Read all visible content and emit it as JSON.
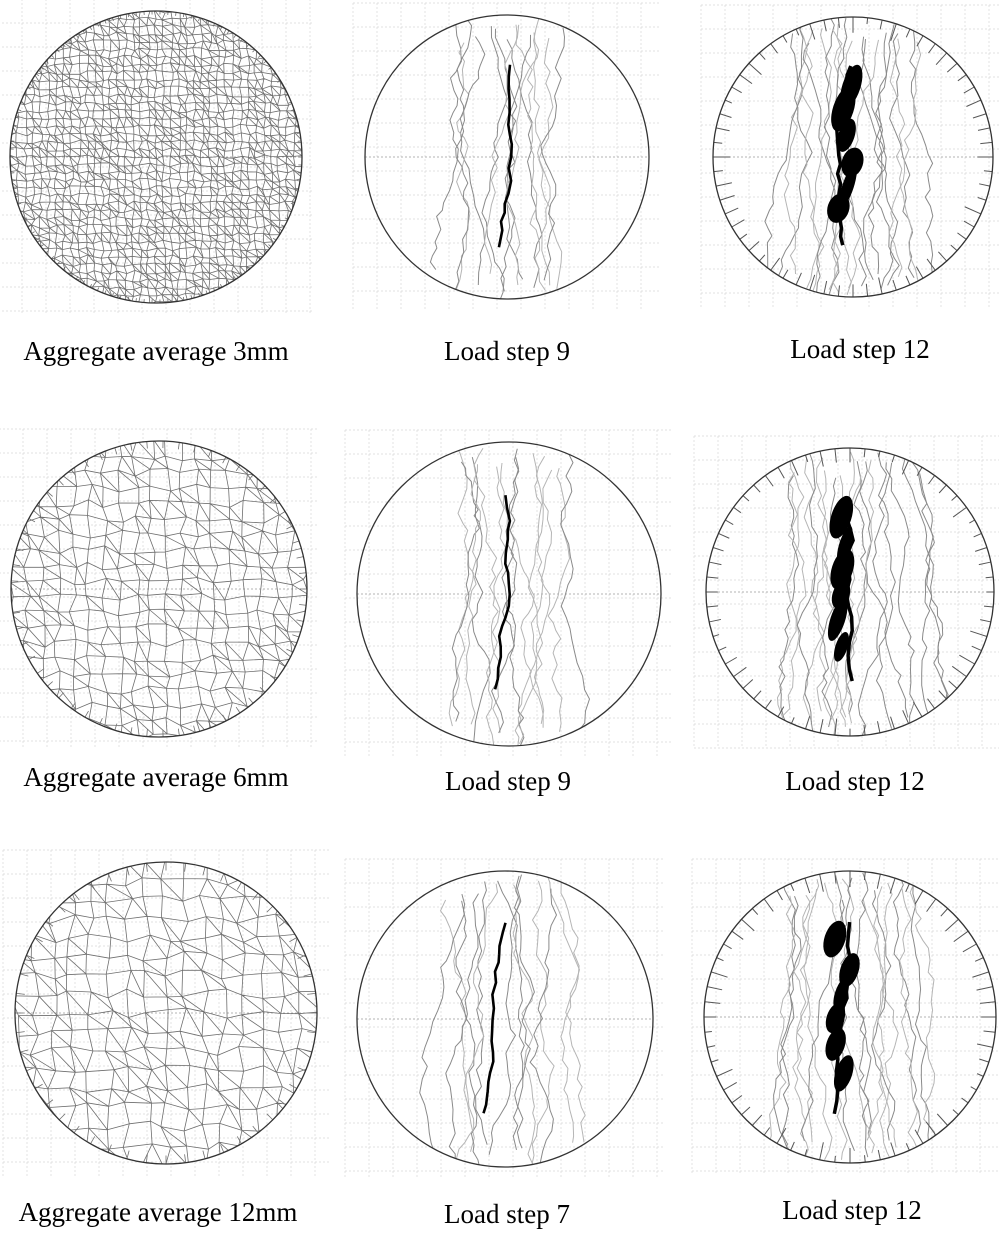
{
  "panels": [
    {
      "kind": "mesh",
      "cells": 38,
      "caption": "Aggregate average 3mm"
    },
    {
      "kind": "crack",
      "severity": 1,
      "caption": "Load step 9"
    },
    {
      "kind": "crack",
      "severity": 2,
      "caption": "Load step 12"
    },
    {
      "kind": "mesh",
      "cells": 19,
      "caption": "Aggregate average 6mm"
    },
    {
      "kind": "crack",
      "severity": 1,
      "caption": "Load step 9"
    },
    {
      "kind": "crack",
      "severity": 2,
      "caption": "Load step 12"
    },
    {
      "kind": "mesh",
      "cells": 16,
      "caption": "Aggregate average 12mm"
    },
    {
      "kind": "crack",
      "severity": 1,
      "caption": "Load step 7"
    },
    {
      "kind": "crack",
      "severity": 2,
      "caption": "Load step 12"
    }
  ],
  "colors": {
    "mesh": "#6e6e6e",
    "grid": "#d8d8d8",
    "crack": "#000000",
    "outline": "#333333"
  }
}
